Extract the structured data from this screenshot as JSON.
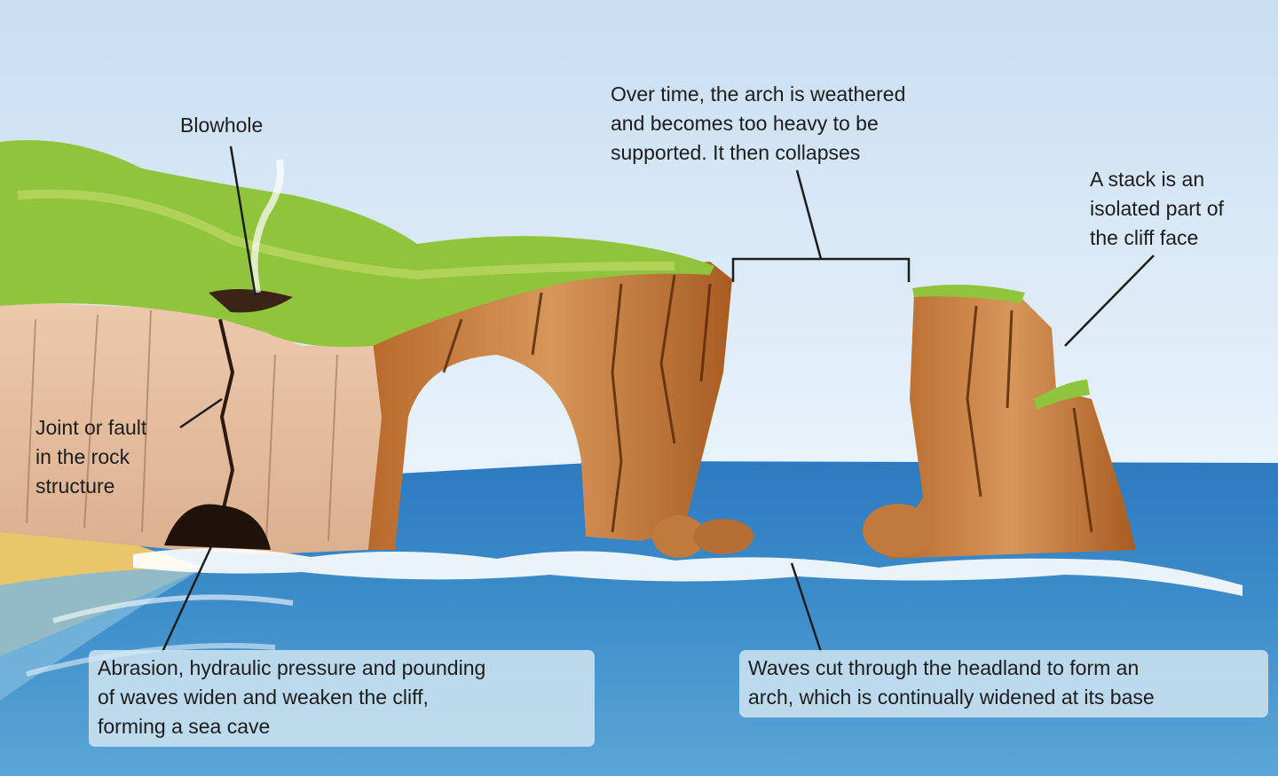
{
  "labels": {
    "blowhole": "Blowhole",
    "arch_collapse": "Over time, the arch is weathered\nand becomes too heavy to be\nsupported. It then collapses",
    "stack": "A stack is an\nisolated part of\nthe cliff face",
    "joint": "Joint or fault\nin the rock\nstructure",
    "sea_cave": "Abrasion, hydraulic pressure and pounding\nof waves widen and weaken the cliff,\nforming a sea cave",
    "arch": "Waves cut through the headland to form an\narch, which is continually widened at its base"
  },
  "colors": {
    "sky": "#dcecf8",
    "sea": "#2f7fbf",
    "sea_light": "#5aa6d8",
    "cliff_face": "#e2b999",
    "rock": "#c47a3c",
    "rock_dark": "#6e3a14",
    "grass": "#8fc43c",
    "beach": "#e9c66a",
    "foam": "#ffffff",
    "leader_line": "#1d1d1d",
    "label_box": "#d6e8f3"
  }
}
